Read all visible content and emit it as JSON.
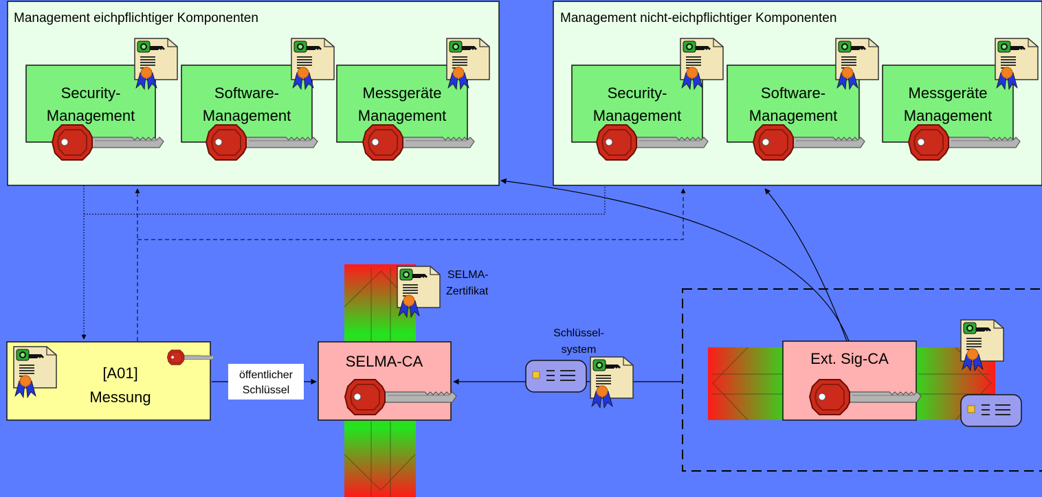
{
  "colors": {
    "background": "#5b7cff",
    "group_fill": "#eaffea",
    "component_fill": "#7ef07e",
    "measurement_fill": "#ffff99",
    "ca_fill": "#ffb0b0",
    "key_red": "#cc2a1a",
    "key_gray": "#b4b4b4",
    "certificate": "#f2e6b8",
    "smartcard": "#9a9cf0"
  },
  "groups": [
    {
      "title": "Management eichpflichtiger Komponenten",
      "components": [
        {
          "line1": "Security-",
          "line2": "Management"
        },
        {
          "line1": "Software-",
          "line2": "Management"
        },
        {
          "line1": "Messgeräte",
          "line2": "Management"
        }
      ]
    },
    {
      "title": "Management nicht-eichpflichtiger Komponenten",
      "components": [
        {
          "line1": "Security-",
          "line2": "Management"
        },
        {
          "line1": "Software-",
          "line2": "Management"
        },
        {
          "line1": "Messgeräte",
          "line2": "Management"
        }
      ]
    }
  ],
  "measurement": {
    "line1": "[A01]",
    "line2": "Messung"
  },
  "public_key_label": {
    "line1": "öffentlicher",
    "line2": "Schlüssel"
  },
  "selma_ca": {
    "label": "SELMA-CA"
  },
  "selma_cert_label": {
    "line1": "SELMA-",
    "line2": "Zertifikat"
  },
  "key_system_label": {
    "line1": "Schlüssel-",
    "line2": "system"
  },
  "ext_ca": {
    "label": "Ext. Sig-CA"
  }
}
